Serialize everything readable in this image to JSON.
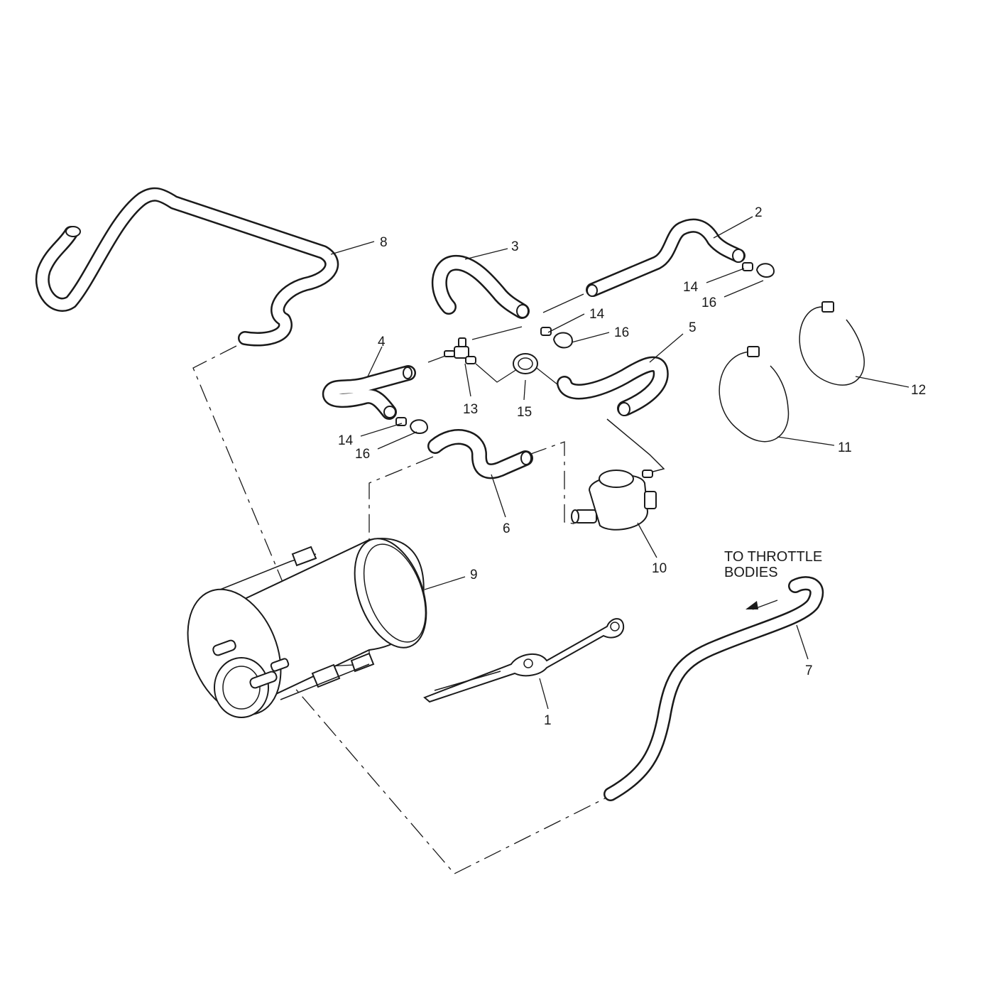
{
  "diagram": {
    "callouts": {
      "c1": "1",
      "c2": "2",
      "c3": "3",
      "c4": "4",
      "c5": "5",
      "c6": "6",
      "c7": "7",
      "c8": "8",
      "c9": "9",
      "c10": "10",
      "c11": "11",
      "c12": "12",
      "c13": "13",
      "c14a": "14",
      "c14b": "14",
      "c14c": "14",
      "c15": "15",
      "c16a": "16",
      "c16b": "16",
      "c16c": "16"
    },
    "note_line1": "TO THROTTLE",
    "note_line2": "BODIES"
  }
}
